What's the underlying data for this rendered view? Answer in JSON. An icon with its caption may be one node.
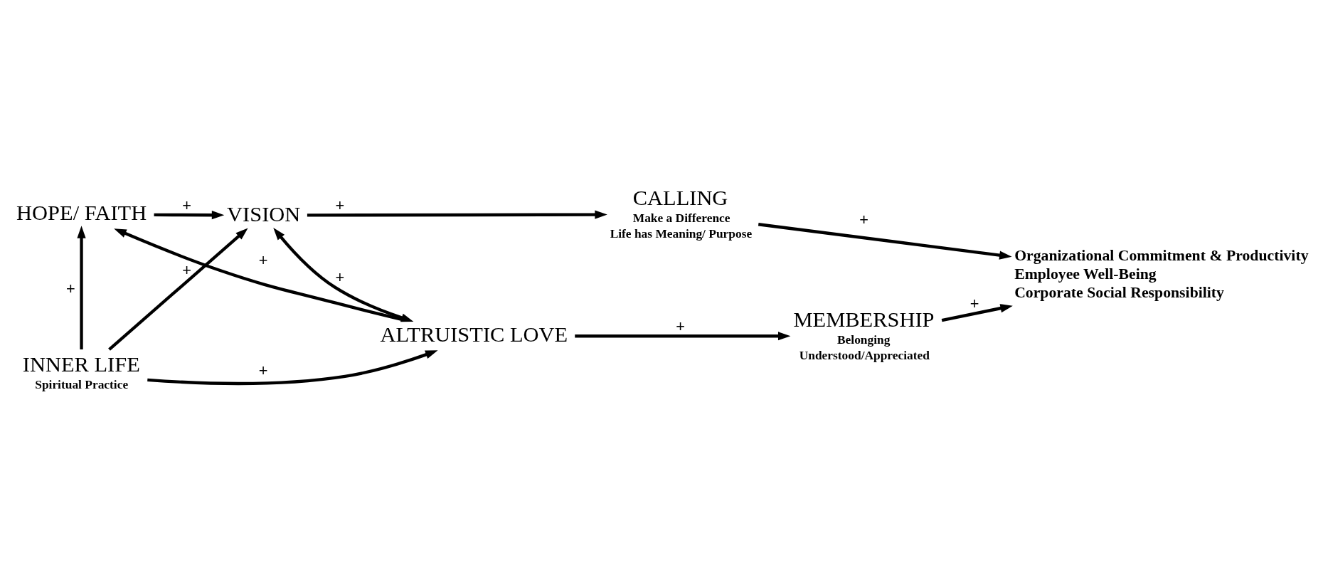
{
  "diagram": {
    "nodes": [
      {
        "text": [
          "HOPE/ FAITH"
        ]
      },
      {
        "text": [
          "VISION"
        ]
      },
      {
        "text": [
          "CALLING",
          "Make a Difference",
          "Life has Meaning/ Purpose"
        ]
      },
      {
        "text": [
          "INNER LIFE",
          "Spiritual Practice"
        ]
      },
      {
        "text": [
          "Organizational Commitment & Productivity",
          "Employee Well-Being",
          "Corporate Social Responsibility"
        ]
      },
      {
        "text": [
          "ALTRUISTIC LOVE"
        ]
      },
      {
        "text": [
          "MEMBERSHIP",
          "Belonging",
          "Understood/Appreciated"
        ]
      }
    ],
    "edges": [
      {
        "from": 0,
        "to": 1,
        "arrow": "to",
        "label": "+"
      },
      {
        "from": 1,
        "to": 2,
        "arrow": "to",
        "label": "+"
      },
      {
        "from": 3,
        "to": 0,
        "arrow": "to",
        "label": "+"
      },
      {
        "from": 3,
        "to": 1,
        "arrow": "to",
        "label": "+"
      },
      {
        "from": 1,
        "to": 5,
        "arrow": "both",
        "label": "+"
      },
      {
        "from": 5,
        "to": 0,
        "arrow": "to",
        "label": "+"
      },
      {
        "from": 3,
        "to": 5,
        "arrow": "to",
        "label": "+"
      },
      {
        "from": 5,
        "to": 6,
        "arrow": "to",
        "label": "+"
      },
      {
        "from": 2,
        "to": 4,
        "arrow": "to",
        "label": "+"
      },
      {
        "from": 6,
        "to": 4,
        "arrow": "to",
        "label": "+"
      }
    ]
  }
}
